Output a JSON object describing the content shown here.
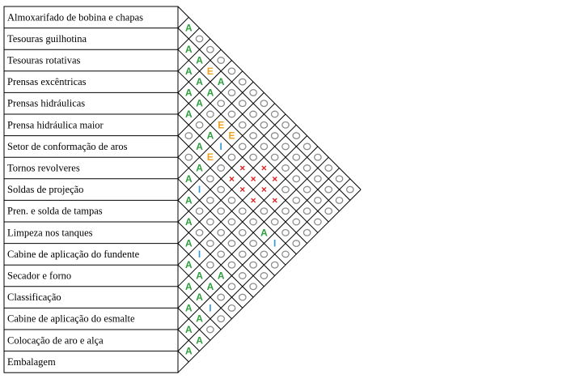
{
  "chart_data": {
    "type": "relationship-matrix",
    "title": "",
    "departments": [
      "Almoxarifado de bobina e chapas",
      "Tesouras guilhotina",
      "Tesouras rotativas",
      "Prensas excêntricas",
      "Prensas hidráulicas",
      "Prensa hidráulica maior",
      "Setor de conformação de aros",
      "Tornos revolveres",
      "Soldas de projeção",
      "Pren. e solda de tampas",
      "Limpeza nos tanques",
      "Cabine de aplicação  do fundente",
      "Secador e forno",
      "Classificação",
      "Cabine de aplicação  do esmalte",
      "Colocação  de aro e alça",
      "Embalagem"
    ],
    "codes": {
      "A": "A",
      "E": "E",
      "I": "I",
      "O": "O",
      "X": "×"
    },
    "colors": {
      "A": "#2e9e3e",
      "E": "#f0a020",
      "I": "#3a9ad9",
      "O": "#8c8c8c",
      "X": "#e02020",
      "line": "#000000"
    },
    "matrix_by_distance": [
      [
        "A",
        "A",
        "A",
        "A",
        "A",
        "O",
        "O",
        "A",
        "A",
        "A",
        "A",
        "A",
        "A",
        "A",
        "A",
        "A"
      ],
      [
        "O",
        "A",
        "A",
        "A",
        "O",
        "A",
        "A",
        "I",
        "O",
        "O",
        "I",
        "A",
        "A",
        "A",
        "A"
      ],
      [
        "O",
        "E",
        "A",
        "O",
        "A",
        "E",
        "O",
        "O",
        "O",
        "O",
        "O",
        "A",
        "I",
        "O"
      ],
      [
        "O",
        "A",
        "O",
        "E",
        "I",
        "O",
        "O",
        "O",
        "O",
        "O",
        "A",
        "O",
        "O"
      ],
      [
        "O",
        "O",
        "O",
        "E",
        "O",
        "X",
        "O",
        "O",
        "O",
        "O",
        "O",
        "O"
      ],
      [
        "O",
        "O",
        "O",
        "O",
        "X",
        "X",
        "O",
        "O",
        "O",
        "O",
        "O"
      ],
      [
        "O",
        "O",
        "O",
        "O",
        "X",
        "X",
        "O",
        "O",
        "O",
        "O"
      ],
      [
        "O",
        "O",
        "O",
        "X",
        "X",
        "O",
        "A",
        "O",
        "O"
      ],
      [
        "O",
        "O",
        "O",
        "X",
        "X",
        "O",
        "I",
        "O"
      ],
      [
        "O",
        "O",
        "O",
        "O",
        "O",
        "O",
        "O"
      ],
      [
        "O",
        "O",
        "O",
        "O",
        "O",
        "O"
      ],
      [
        "O",
        "O",
        "O",
        "O",
        "O"
      ],
      [
        "O",
        "O",
        "O",
        "O"
      ],
      [
        "O",
        "O",
        "O"
      ],
      [
        "O",
        "O"
      ],
      [
        "O"
      ]
    ]
  }
}
